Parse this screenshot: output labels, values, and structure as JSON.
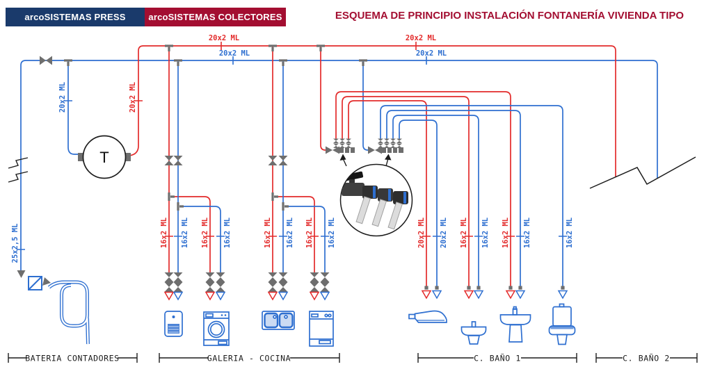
{
  "header": {
    "tabs": [
      {
        "label": "arcoSISTEMAS PRESS"
      },
      {
        "label": "arcoSISTEMAS COLECTORES"
      }
    ],
    "title": "ESQUEMA DE PRINCIPIO INSTALACIÓN FONTANERÍA VIVIENDA TIPO"
  },
  "pipe_labels": {
    "size_20": "20x2 ML",
    "size_16": "16x2 ML",
    "size_25": "25x2,5 ML"
  },
  "thermostat_label": "T",
  "sections": {
    "bateria": "BATERIA CONTADORES",
    "galeria": "GALERIA - COCINA",
    "bano1": "C. BAÑO 1",
    "bano2": "C. BAÑO 2"
  },
  "colors": {
    "hot_water": "#e32b2b",
    "cold_water": "#2e6fd0",
    "fitting_gray": "#6e6e6e",
    "brand_navy": "#1a3a6b",
    "brand_crimson": "#a30e31"
  }
}
